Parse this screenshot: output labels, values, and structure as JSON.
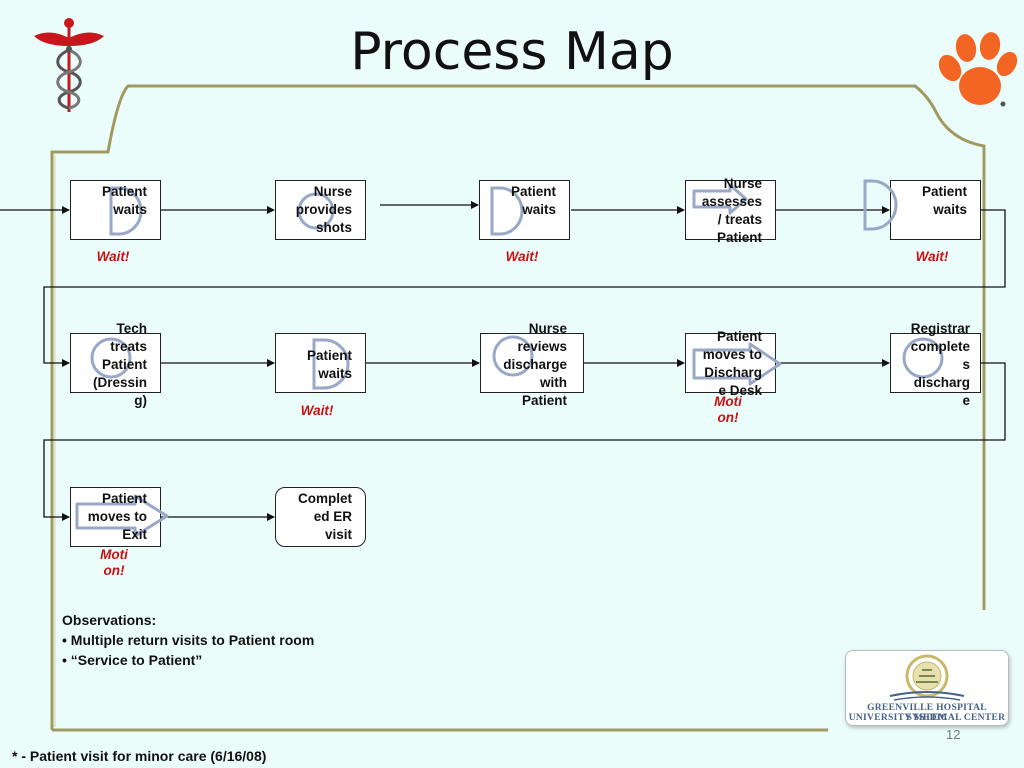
{
  "title": "Process Map",
  "rows": [
    [
      {
        "label": "Patient\nwaits",
        "icon": "wait-d-shape-icon",
        "note": "Wait!"
      },
      {
        "label": "Nurse\nprovides\nshots",
        "icon": "operation-circle-icon",
        "note": ""
      },
      {
        "label": "Patient\nwaits",
        "icon": "wait-d-shape-icon",
        "note": "Wait!"
      },
      {
        "label": "Nurse\nassesses\n/ treats\nPatient",
        "icon": "transport-arrow-icon",
        "note": ""
      },
      {
        "label": "Patient\nwaits",
        "icon": "wait-d-shape-icon",
        "note": "Wait!"
      }
    ],
    [
      {
        "label": "Tech\ntreats\nPatient\n(Dressin\ng)",
        "icon": "operation-circle-icon",
        "note": ""
      },
      {
        "label": "Patient\nwaits",
        "icon": "wait-d-shape-icon",
        "note": "Wait!"
      },
      {
        "label": "Nurse\nreviews\ndischarge\nwith\nPatient",
        "icon": "operation-circle-icon",
        "note": ""
      },
      {
        "label": "Patient\nmoves to\nDischarg\ne Desk",
        "icon": "transport-arrow-icon",
        "note": "Moti\non!"
      },
      {
        "label": "Registrar\ncomplete\ns\ndischarg\ne",
        "icon": "operation-circle-icon",
        "note": ""
      }
    ],
    [
      {
        "label": "Patient\nmoves to\nExit",
        "icon": "transport-arrow-icon",
        "note": "Moti\non!"
      },
      {
        "label": "Complet\ned ER\nvisit",
        "icon": "",
        "note": ""
      }
    ]
  ],
  "observations": {
    "heading": "Observations:",
    "items": [
      "Multiple return visits to Patient room",
      "“Service to Patient”"
    ]
  },
  "footer": "* - Patient visit for minor care (6/16/08)",
  "page_number": "12",
  "logo": {
    "line1": "GREENVILLE HOSPITAL SYSTEM",
    "line2": "UNIVERSITY MEDICAL CENTER"
  },
  "colors": {
    "background": "#ebfdfb",
    "frame": "#a09a60",
    "symbol": "#98a8c8",
    "note": "#cc1111",
    "paw": "#f26522",
    "caduceus": "#c8161d"
  }
}
